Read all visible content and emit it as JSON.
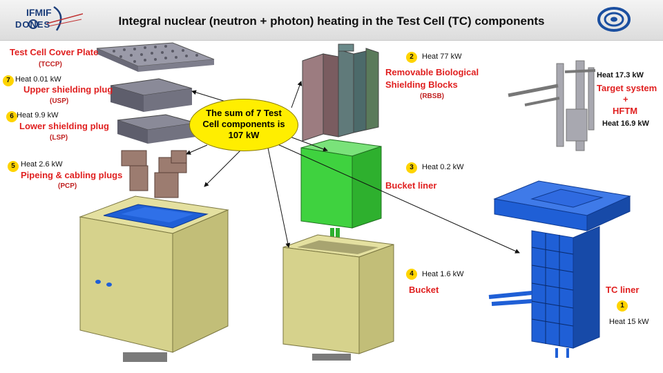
{
  "title": "Integral nuclear (neutron + photon) heating in the Test Cell (TC) components",
  "logo_left": {
    "line1": "IFMIF",
    "line2": "DONES"
  },
  "summary": {
    "line1": "The sum of 7 Test",
    "line2": "Cell components is",
    "line3": "107 kW"
  },
  "components": [
    {
      "num": "1",
      "name": "TC liner",
      "heat": "Heat 15 kW"
    },
    {
      "num": "2",
      "name_line1": "Removable Biological",
      "name_line2": "Shielding Blocks",
      "abbr": "(RBSB)",
      "heat": "Heat 77 kW"
    },
    {
      "num": "3",
      "name": "Bucket liner",
      "heat": "Heat 0.2 kW"
    },
    {
      "num": "4",
      "name": "Bucket",
      "heat": "Heat 1.6 kW"
    },
    {
      "num": "5",
      "name": "Pipeing & cabling plugs",
      "abbr": "(PCP)",
      "heat": "Heat 2.6 kW"
    },
    {
      "num": "6",
      "name": "Lower shielding plug",
      "abbr": "(LSP)",
      "heat": "Heat 9.9 kW"
    },
    {
      "num": "7",
      "name": "Upper shielding plug",
      "abbr": "(USP)",
      "heat": "Heat 0.01 kW"
    }
  ],
  "tccp": {
    "name": "Test Cell Cover Plate",
    "abbr": "(TCCP)"
  },
  "target": {
    "heat_top": "Heat 17.3 kW",
    "name_line1": "Target system",
    "plus": "+",
    "name_line2": "HFTM",
    "heat_bottom": "Heat 16.9 kW"
  },
  "colors": {
    "accent_red": "#e02020",
    "badge_yellow": "#ffd400",
    "bubble_yellow": "#ffee00",
    "olive": "#d6d28c",
    "blue": "#1f5fd6",
    "green": "#3fd23f"
  }
}
